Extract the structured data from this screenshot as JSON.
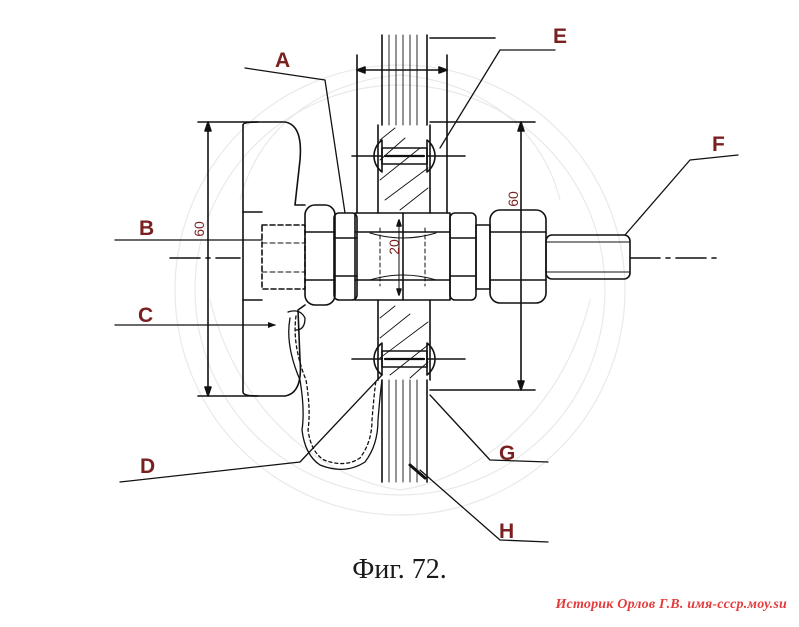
{
  "labels": {
    "a": "A",
    "b": "B",
    "c": "C",
    "d": "D",
    "e": "E",
    "f": "F",
    "g": "G",
    "h": "H"
  },
  "dimensions": {
    "left_height": "60",
    "right_height": "60",
    "bore": "20"
  },
  "caption": "Фиг. 72.",
  "credit": "Историк Орлов Г.В. имя-ссср.моу.su",
  "colors": {
    "label": "#7a2020",
    "line": "#111111",
    "credit": "#e23b3b"
  }
}
